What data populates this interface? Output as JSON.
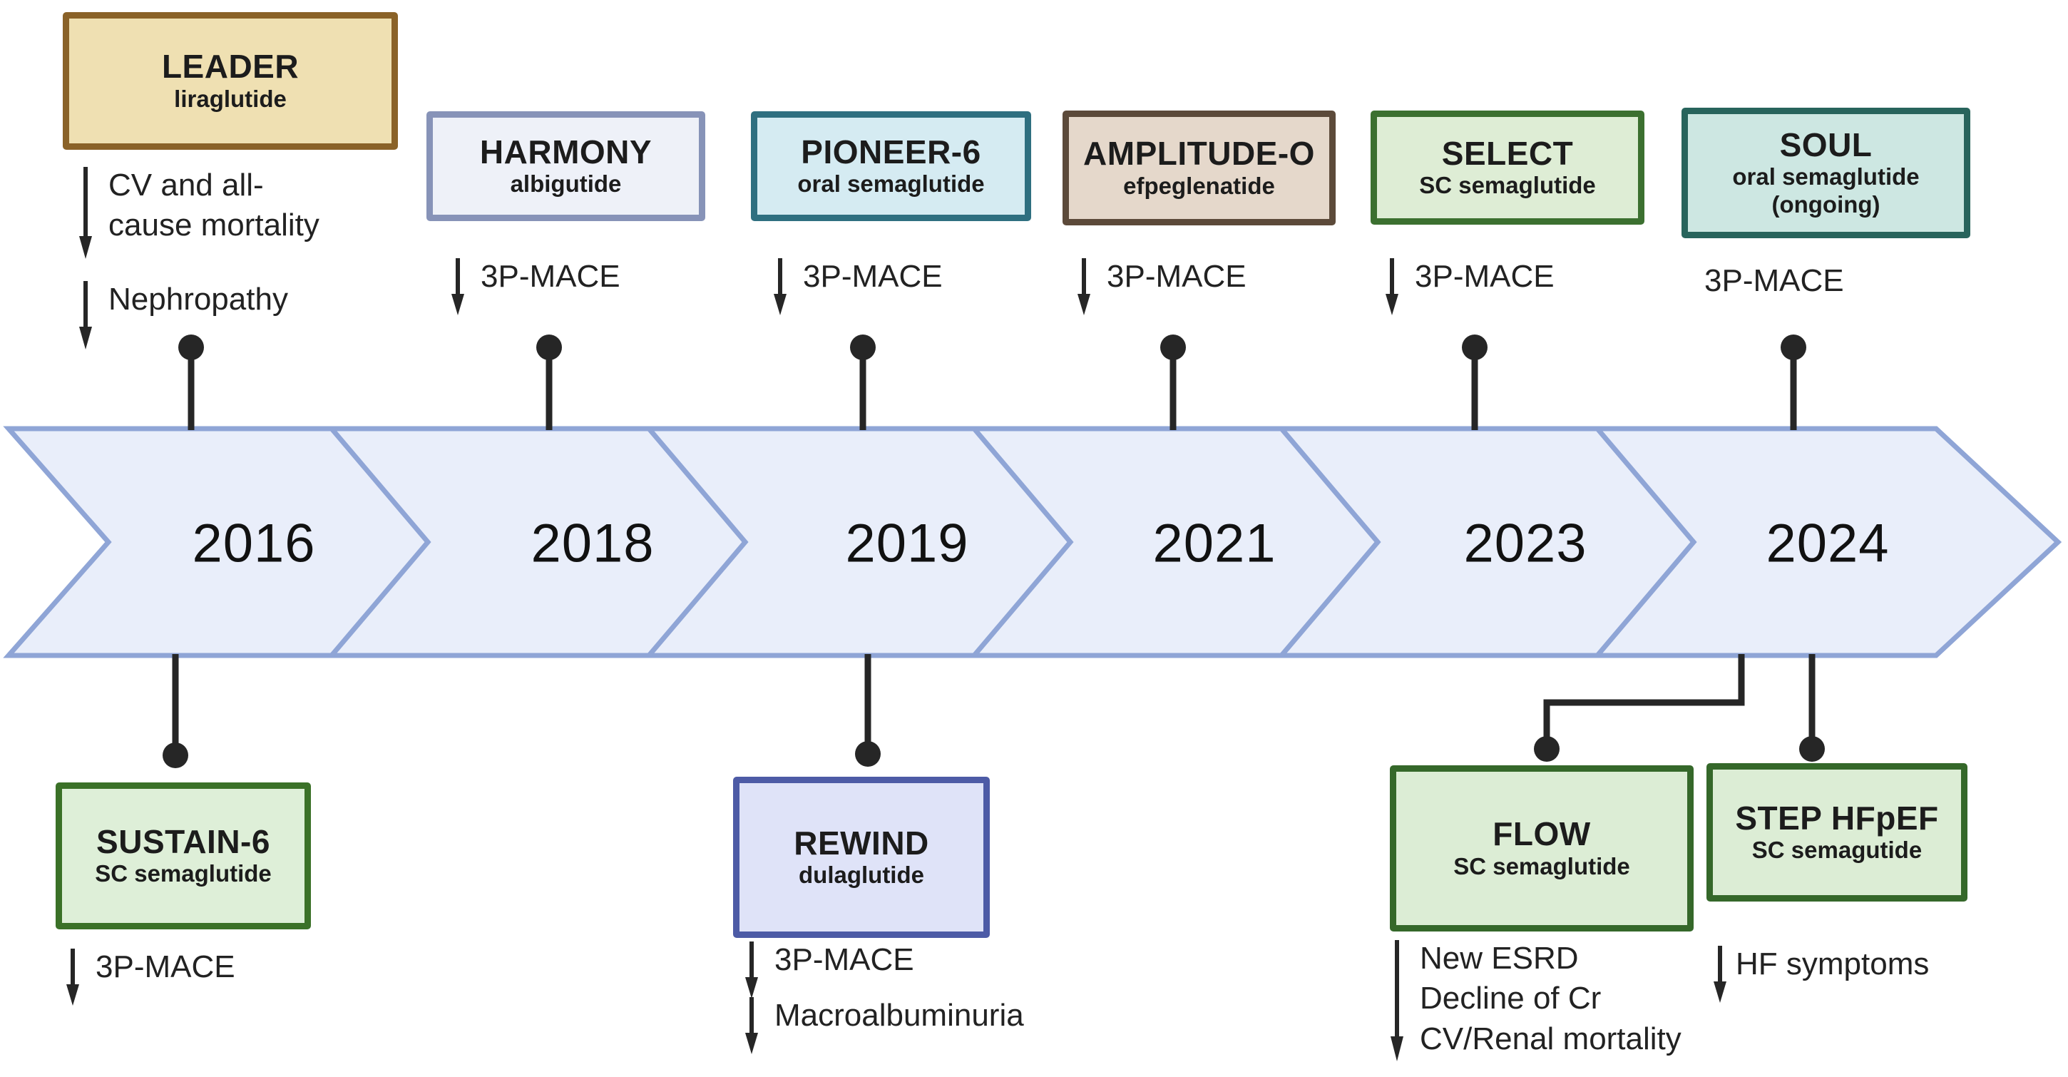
{
  "colors": {
    "background": "#ffffff",
    "text": "#1c1c1c",
    "connector": "#262626",
    "band": {
      "fill": "#e9eefa",
      "border": "#8fa5d6"
    },
    "leader": {
      "fill": "#efe0b2",
      "border": "#8a6228"
    },
    "harmony": {
      "fill": "#eef1f8",
      "border": "#8793b8"
    },
    "pioneer6": {
      "fill": "#d5ebf2",
      "border": "#2f6f80"
    },
    "amplitudeo": {
      "fill": "#e5d8cb",
      "border": "#5c4a3a"
    },
    "select": {
      "fill": "#deedd5",
      "border": "#3c7030"
    },
    "soul": {
      "fill": "#cde7e2",
      "border": "#28645c"
    },
    "sustain6": {
      "fill": "#deefd8",
      "border": "#3b7128"
    },
    "rewind": {
      "fill": "#dfe3f8",
      "border": "#4d5ba6"
    },
    "flow": {
      "fill": "#dcedd5",
      "border": "#35682a"
    },
    "step_hfpef": {
      "fill": "#dcedd5",
      "border": "#35682a"
    }
  },
  "timeline": {
    "years": [
      "2016",
      "2018",
      "2019",
      "2021",
      "2023",
      "2024"
    ]
  },
  "trials_top": [
    {
      "title": "LEADER",
      "subtitle": "liraglutide",
      "outcomes": [
        {
          "lines": [
            "CV and all-",
            "cause mortality"
          ]
        },
        {
          "lines": [
            "Nephropathy"
          ]
        }
      ]
    },
    {
      "title": "HARMONY",
      "subtitle": "albigutide",
      "outcomes": [
        {
          "lines": [
            "3P-MACE"
          ]
        }
      ]
    },
    {
      "title": "PIONEER-6",
      "subtitle": "oral semaglutide",
      "outcomes": [
        {
          "lines": [
            "3P-MACE"
          ]
        }
      ]
    },
    {
      "title": "AMPLITUDE-O",
      "subtitle": "efpeglenatide",
      "outcomes": [
        {
          "lines": [
            "3P-MACE"
          ]
        }
      ]
    },
    {
      "title": "SELECT",
      "subtitle": "SC semaglutide",
      "outcomes": [
        {
          "lines": [
            "3P-MACE"
          ]
        }
      ]
    },
    {
      "title": "SOUL",
      "subtitle": "oral semaglutide",
      "subtitle2": "(ongoing)",
      "outcomes": [
        {
          "lines": [
            "3P-MACE"
          ]
        }
      ]
    }
  ],
  "trials_bottom": [
    {
      "title": "SUSTAIN-6",
      "subtitle": "SC semaglutide",
      "outcomes": [
        {
          "lines": [
            "3P-MACE"
          ]
        }
      ]
    },
    {
      "title": "REWIND",
      "subtitle": "dulaglutide",
      "outcomes": [
        {
          "lines": [
            "3P-MACE"
          ]
        },
        {
          "lines": [
            "Macroalbuminuria"
          ]
        }
      ]
    },
    {
      "title": "FLOW",
      "subtitle": "SC semaglutide",
      "outcomes": [
        {
          "lines": [
            "New ESRD",
            "Decline of Cr",
            "CV/Renal mortality"
          ]
        }
      ]
    },
    {
      "title": "STEP HFpEF",
      "subtitle": "SC semagutide",
      "outcomes": [
        {
          "lines": [
            "HF symptoms"
          ]
        }
      ]
    }
  ]
}
